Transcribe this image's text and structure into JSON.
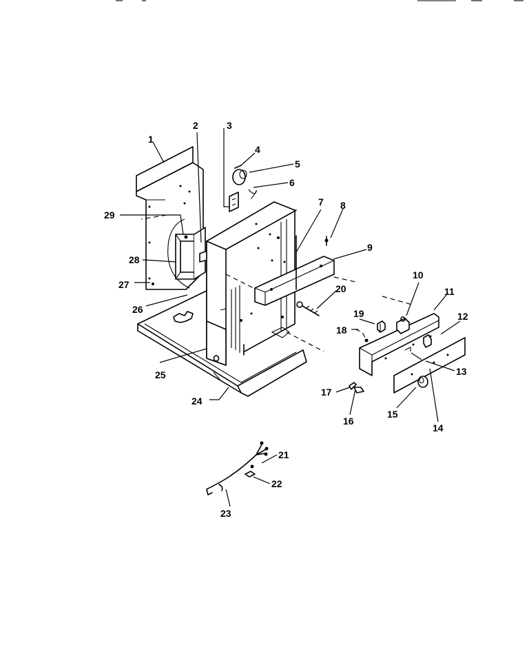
{
  "diagram": {
    "callouts": [
      {
        "id": "c1",
        "text": "1"
      },
      {
        "id": "c2",
        "text": "2"
      },
      {
        "id": "c3",
        "text": "3"
      },
      {
        "id": "c4",
        "text": "4"
      },
      {
        "id": "c5",
        "text": "5"
      },
      {
        "id": "c6",
        "text": "6"
      },
      {
        "id": "c7",
        "text": "7"
      },
      {
        "id": "c8",
        "text": "8"
      },
      {
        "id": "c9",
        "text": "9"
      },
      {
        "id": "c10",
        "text": "10"
      },
      {
        "id": "c11",
        "text": "11"
      },
      {
        "id": "c12",
        "text": "12"
      },
      {
        "id": "c13",
        "text": "13"
      },
      {
        "id": "c14",
        "text": "14"
      },
      {
        "id": "c15",
        "text": "15"
      },
      {
        "id": "c16",
        "text": "16"
      },
      {
        "id": "c17",
        "text": "17"
      },
      {
        "id": "c18",
        "text": "18"
      },
      {
        "id": "c19",
        "text": "19"
      },
      {
        "id": "c20",
        "text": "20"
      },
      {
        "id": "c21",
        "text": "21"
      },
      {
        "id": "c22",
        "text": "22"
      },
      {
        "id": "c23",
        "text": "23"
      },
      {
        "id": "c24",
        "text": "24"
      },
      {
        "id": "c25",
        "text": "25"
      },
      {
        "id": "c26",
        "text": "26"
      },
      {
        "id": "c27",
        "text": "27"
      },
      {
        "id": "c28",
        "text": "28"
      },
      {
        "id": "c29",
        "text": "29"
      }
    ]
  }
}
